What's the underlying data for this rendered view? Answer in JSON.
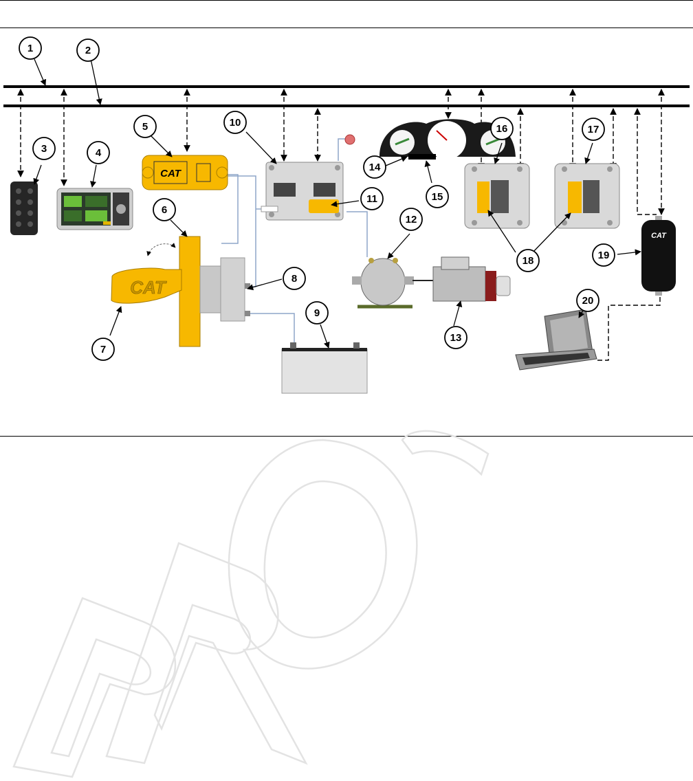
{
  "diagram": {
    "callouts": [
      "1",
      "2",
      "3",
      "4",
      "5",
      "6",
      "7",
      "8",
      "9",
      "10",
      "11",
      "12",
      "13",
      "14",
      "15",
      "16",
      "17",
      "18",
      "19",
      "20"
    ],
    "logo_text": "CAT",
    "watermark_text": "PROC",
    "colors": {
      "cat_yellow": "#F7B800",
      "line": "#000000",
      "wire": "#8EA5C9",
      "module_grey": "#D9D9D9",
      "indicator_red": "#E07070",
      "watermark": "#E6E6E6"
    }
  }
}
